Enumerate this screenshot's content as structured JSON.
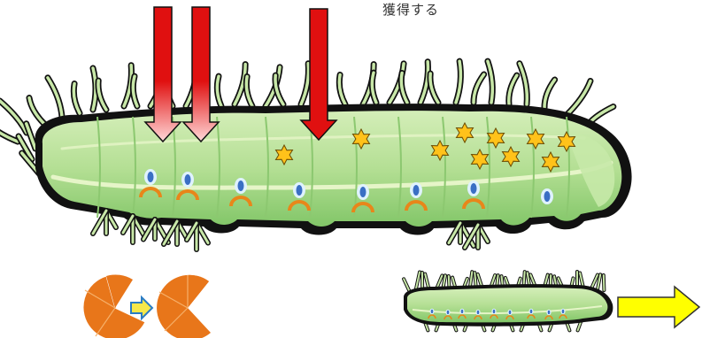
{
  "caption": "獲得する",
  "colors": {
    "outline": "#111111",
    "body_light": "#c8e8a8",
    "body_mid": "#a8d888",
    "body_dark": "#7cc464",
    "belly_stripe": "#e6f5c8",
    "spiracle_fill": "#3a6fc4",
    "spiracle_ring": "#dff2ff",
    "proleg_arc": "#e8861a",
    "star_fill": "#ffc21a",
    "star_stroke": "#6b4a00",
    "red_arrow": "#e01010",
    "red_arrow_fade": "#ffd8d8",
    "pie_fill": "#e8761a",
    "yellow_arrow": "#ffff00",
    "small_arrow_fill": "#f6e84a",
    "small_arrow_stroke": "#2a7cc4"
  },
  "icons": [
    "caterpillar",
    "down-arrow",
    "star",
    "spiracle",
    "pie-segment",
    "right-arrow"
  ]
}
